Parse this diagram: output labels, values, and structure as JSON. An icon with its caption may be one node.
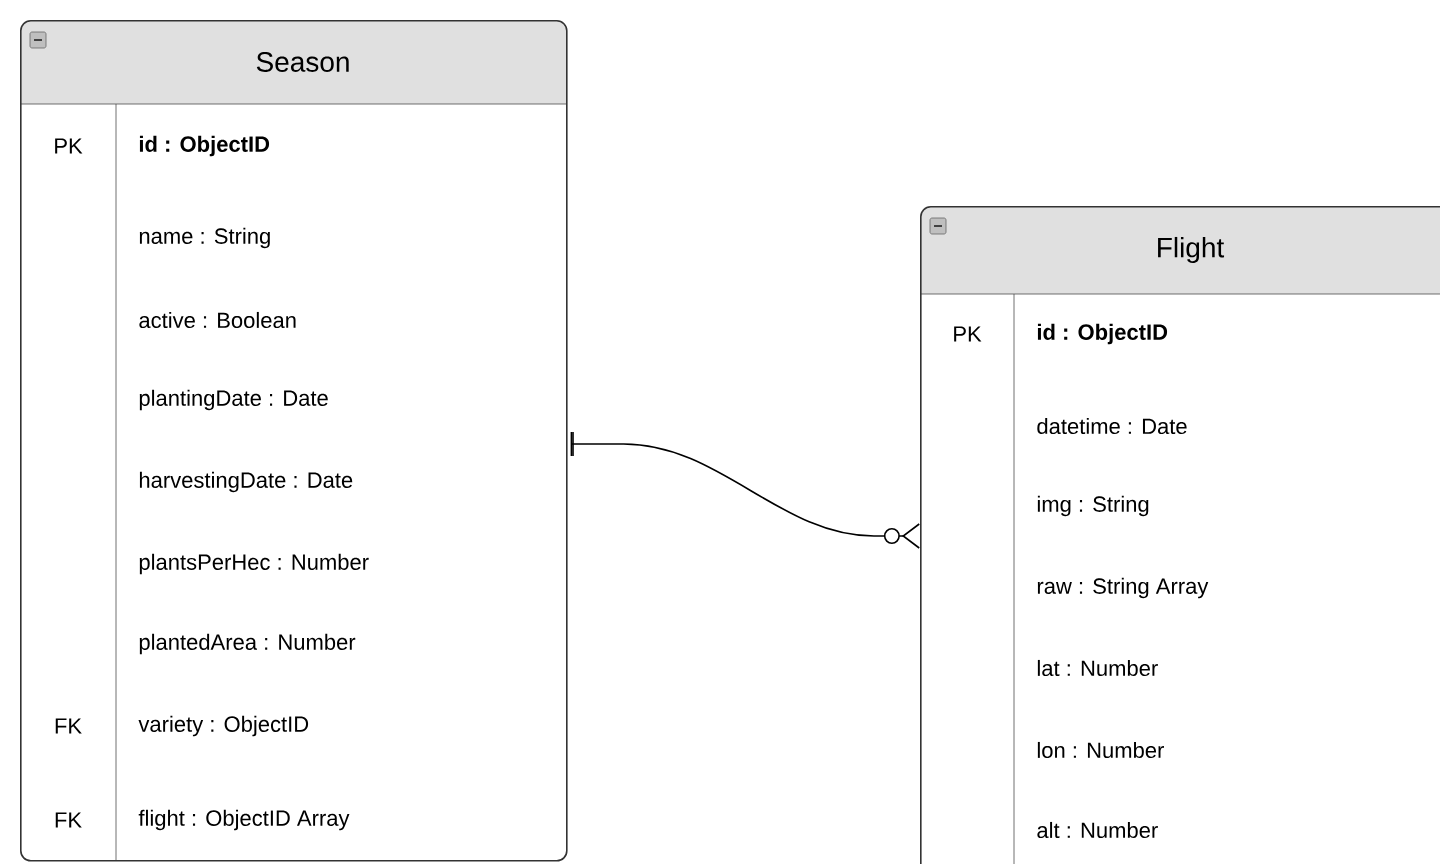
{
  "diagram": {
    "nodes": [
      {
        "text": [
          "Season"
        ]
      },
      {
        "text": [
          "PK",
          "id : ObjectID"
        ],
        "in": 0
      },
      {
        "text": [
          "name : String"
        ],
        "in": 0
      },
      {
        "text": [
          "active : Boolean"
        ],
        "in": 0
      },
      {
        "text": [
          "plantingDate : Date"
        ],
        "in": 0
      },
      {
        "text": [
          "harvestingDate : Date"
        ],
        "in": 0
      },
      {
        "text": [
          "plantsPerHec : Number"
        ],
        "in": 0
      },
      {
        "text": [
          "plantedArea : Number"
        ],
        "in": 0
      },
      {
        "text": [
          "FK",
          "variety : ObjectID"
        ],
        "in": 0
      },
      {
        "text": [
          "FK",
          "flight : ObjectID Array"
        ],
        "in": 0
      },
      {
        "text": [
          "Flight"
        ]
      },
      {
        "text": [
          "PK",
          "id : ObjectID"
        ],
        "in": 10
      },
      {
        "text": [
          "datetime : Date"
        ],
        "in": 10
      },
      {
        "text": [
          "img : String"
        ],
        "in": 10
      },
      {
        "text": [
          "raw : String Array"
        ],
        "in": 10
      },
      {
        "text": [
          "lat : Number"
        ],
        "in": 10
      },
      {
        "text": [
          "lon : Number"
        ],
        "in": 10
      },
      {
        "text": [
          "alt : Number"
        ],
        "in": 10
      }
    ],
    "edges": [
      {
        "from": 0,
        "to": 10,
        "arrow": "other"
      }
    ]
  }
}
